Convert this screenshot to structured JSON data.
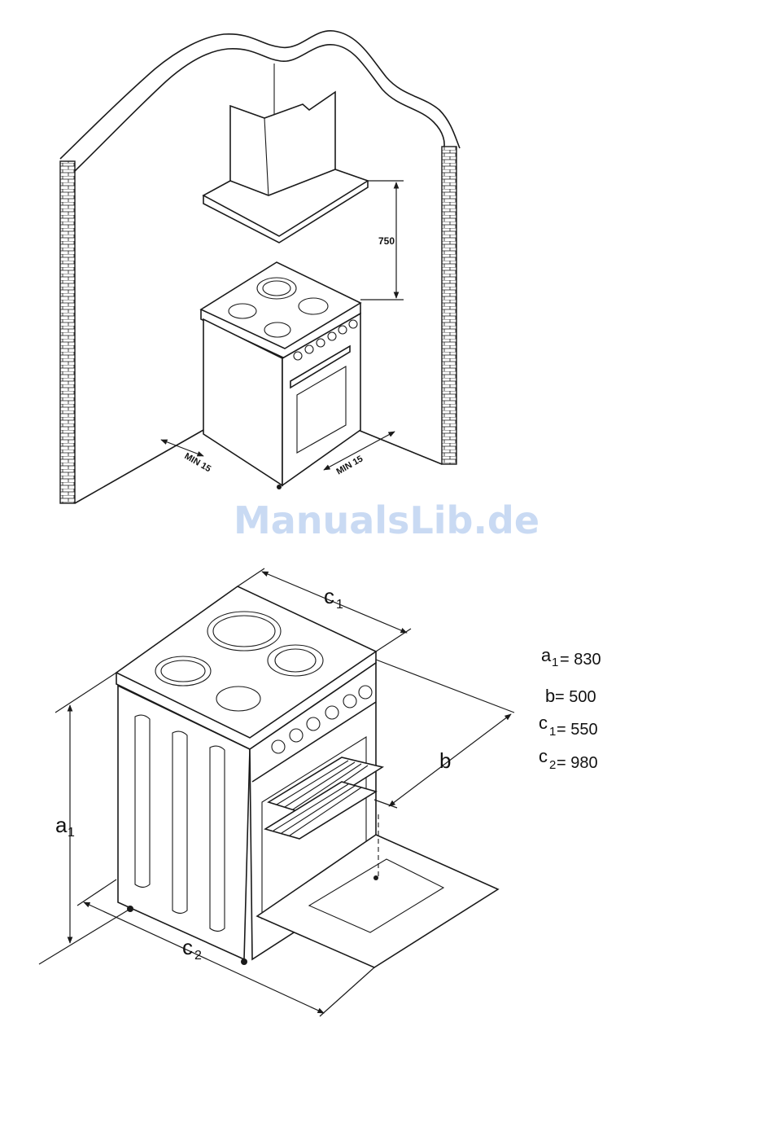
{
  "watermark": "ManualsLib.de",
  "installation": {
    "hood_clearance": "750",
    "side_clearance_left": "MIN 15",
    "side_clearance_right": "MIN 15"
  },
  "dimensions": {
    "labels": {
      "a1": "a",
      "a1_sub": "1",
      "b": "b",
      "c1": "c",
      "c1_sub": "1",
      "c2": "c",
      "c2_sub": "2"
    },
    "legend": [
      {
        "sym": "a",
        "sub": "1",
        "eq": "= 830"
      },
      {
        "sym": "b",
        "sub": "",
        "eq": " = 500"
      },
      {
        "sym": "c",
        "sub": "1",
        "eq": " = 550"
      },
      {
        "sym": "c",
        "sub": "2",
        "eq": " = 980"
      }
    ]
  }
}
